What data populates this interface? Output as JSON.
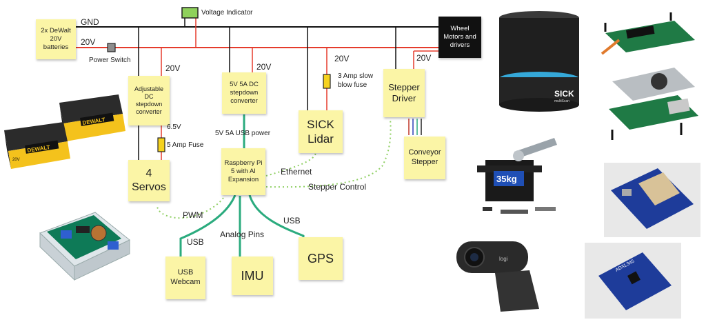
{
  "wires": {
    "gnd": "GND",
    "v20_main": "20V",
    "v20_dc": "20V",
    "v20_5v": "20V",
    "v20_fuse": "20V",
    "v20_stepper": "20V",
    "v6_5": "6.5V",
    "usb_power": "5V 5A USB power",
    "pwm": "PWM",
    "usb_left": "USB",
    "analog": "Analog Pins",
    "usb_right": "USB",
    "ethernet": "Ethernet",
    "stepper_control": "Stepper Control"
  },
  "components": {
    "batteries": "2x DeWalt 20V batteries",
    "voltage_indicator": "Voltage Indicator",
    "power_switch": "Power Switch",
    "wheel_motors": "Wheel Motors and drivers",
    "adjustable_dc": "Adjustable DC stepdown converter",
    "stepdown_5v": "5V 5A DC stepdown converter",
    "fuse_3a": "3 Amp slow blow fuse",
    "stepper_driver": "Stepper Driver",
    "sick_lidar": "SICK Lidar",
    "fuse_5a": "5 Amp Fuse",
    "servos": "4 Servos",
    "raspberry_pi": "Raspberry Pi 5 with AI Expansion",
    "conveyor_stepper": "Conveyor Stepper",
    "usb_webcam": "USB Webcam",
    "imu": "IMU",
    "gps": "GPS"
  },
  "photos": {
    "dewalt_brand": "DEWALT",
    "battery_voltage": "20V",
    "sick_brand": "SICK",
    "sick_model": "multiScan",
    "servo_rating": "35kg",
    "webcam_brand": "logi",
    "adxl_label": "ADXL345"
  },
  "colors": {
    "sticky": "#fbf5a6",
    "gnd_wire": "#111111",
    "power_wire": "#e53b2c",
    "usb_wire": "#2bab7e",
    "signal_wire": "#8fcf63",
    "dewalt_yellow": "#f4c21c",
    "board_green": "#1f7a45"
  },
  "icons": [
    "voltage-indicator-icon",
    "power-switch-icon",
    "fuse-icon",
    "stepper-wire-icon"
  ]
}
